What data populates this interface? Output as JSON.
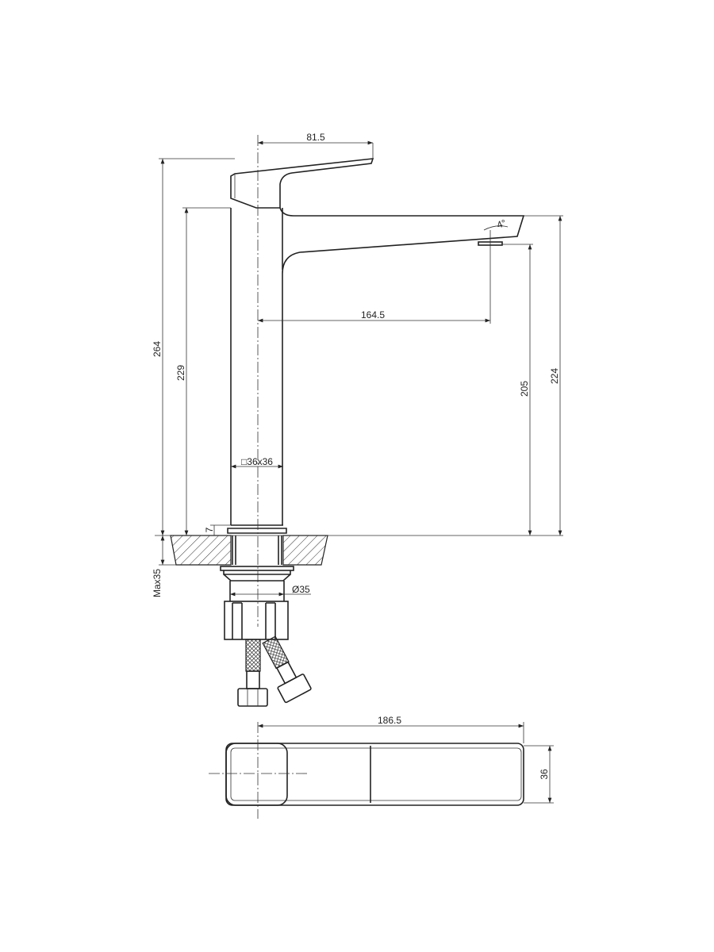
{
  "title": "Tall basin mixer faucet technical drawing",
  "dimensions": {
    "handle_reach": "81.5",
    "total_height": "264",
    "body_height": "229",
    "spout_reach": "164.5",
    "outlet_height": "205",
    "spout_top_height": "224",
    "body_section": "□36x36",
    "base_ring": "7",
    "max_counter": "Max35",
    "thread_diameter": "Ø35",
    "angle": "4°",
    "top_length": "186.5",
    "top_width": "36"
  },
  "colors": {
    "line": "#222222",
    "background": "#ffffff"
  }
}
